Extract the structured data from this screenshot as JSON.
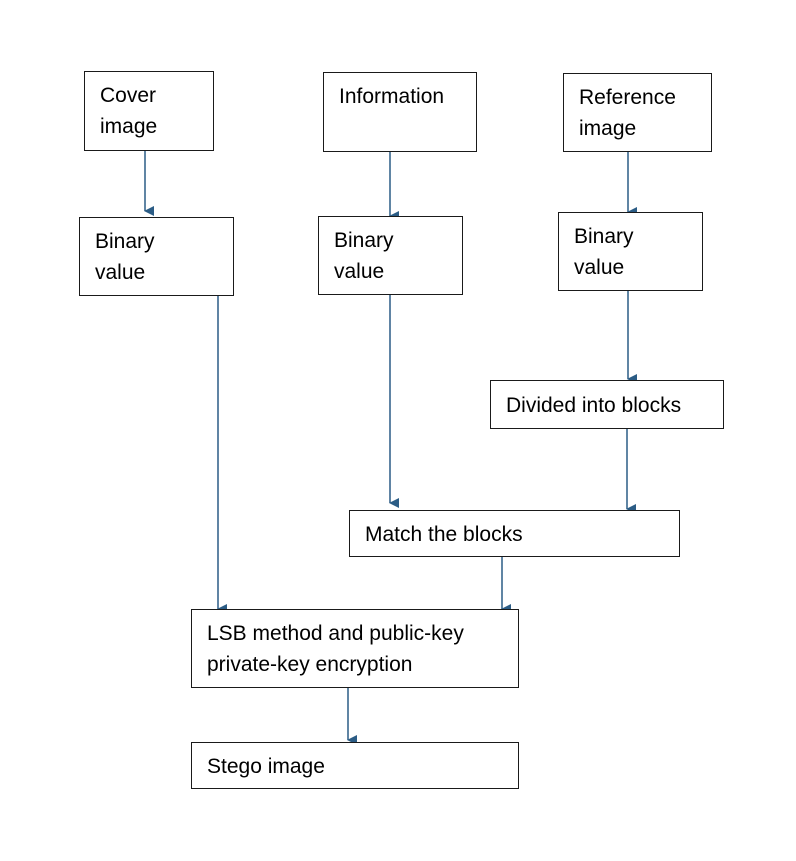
{
  "diagram": {
    "nodes": {
      "cover_image": "Cover\nimage",
      "information": "Information",
      "reference_image": "Reference\nimage",
      "binary_value_cover": "Binary\nvalue",
      "binary_value_information": "Binary\nvalue",
      "binary_value_reference": "Binary\nvalue",
      "divided_into_blocks": "Divided into blocks",
      "match_the_blocks": "Match the blocks",
      "lsb_encryption": "LSB method and public-key\nprivate-key encryption",
      "stego_image": "Stego image"
    },
    "edges": [
      [
        "cover_image",
        "binary_value_cover"
      ],
      [
        "information",
        "binary_value_information"
      ],
      [
        "reference_image",
        "binary_value_reference"
      ],
      [
        "binary_value_reference",
        "divided_into_blocks"
      ],
      [
        "binary_value_information",
        "match_the_blocks"
      ],
      [
        "divided_into_blocks",
        "match_the_blocks"
      ],
      [
        "binary_value_cover",
        "lsb_encryption"
      ],
      [
        "match_the_blocks",
        "lsb_encryption"
      ],
      [
        "lsb_encryption",
        "stego_image"
      ]
    ],
    "colors": {
      "arrow": "#2b5c85",
      "border": "#1a1a1a",
      "text": "#000000",
      "background": "#ffffff"
    }
  }
}
